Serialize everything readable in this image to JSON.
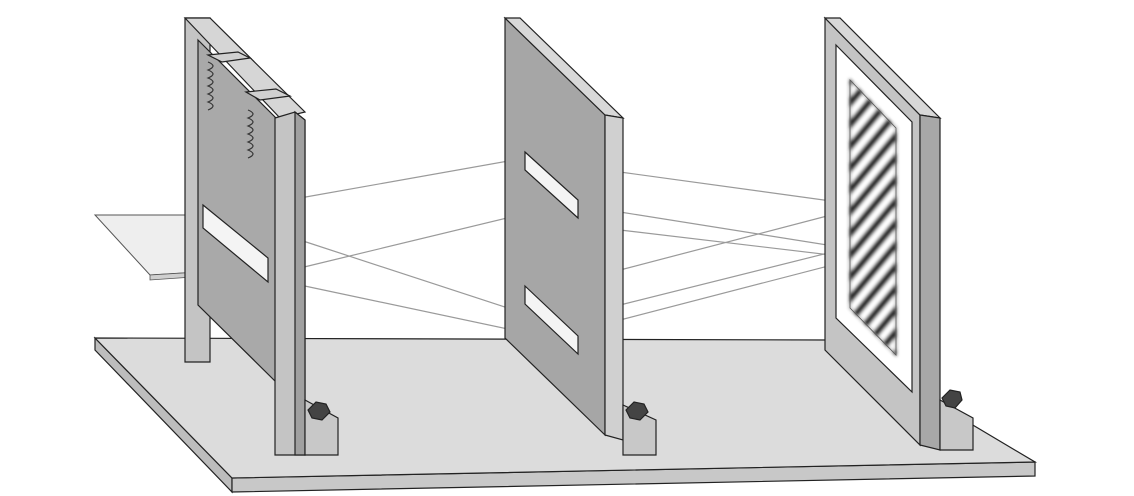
{
  "diagram": {
    "colors": {
      "background": "#ffffff",
      "base_top": "#dcdcdc",
      "base_edge": "#bdbdbd",
      "frame": "#c4c4c4",
      "plate_face": "#a6a6a6",
      "plate_edge": "#d0d0d0",
      "outline": "#222222",
      "beam": "#9a9a9a",
      "fringe_dark": "#222222",
      "fringe_light": "#ffffff"
    },
    "components": [
      "base-plate",
      "single-slit-barrier",
      "double-slit-barrier",
      "interference-screen"
    ]
  }
}
